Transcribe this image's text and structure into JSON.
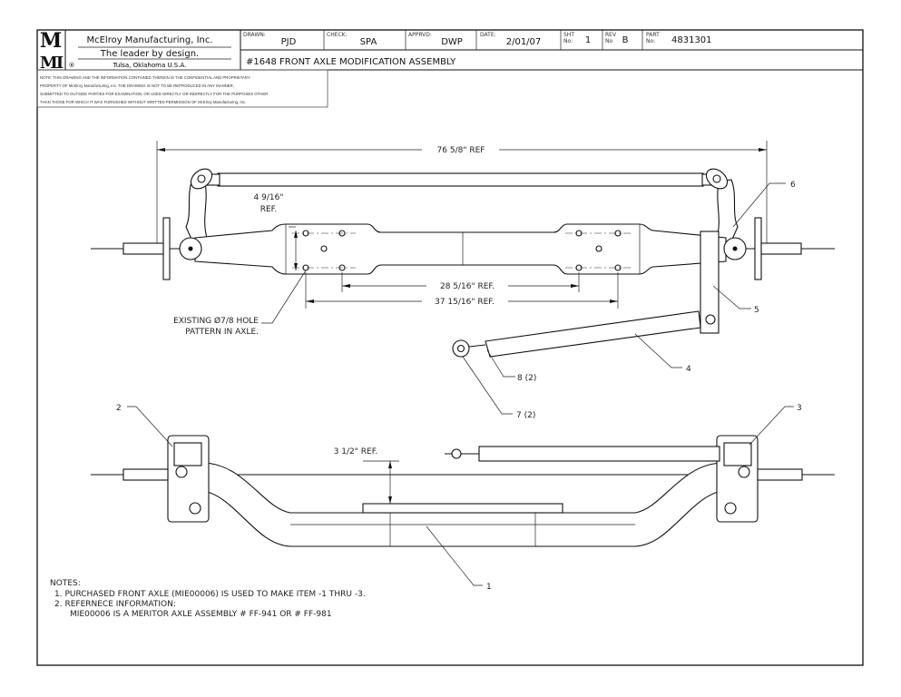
{
  "title_block": {
    "logo": "MMI",
    "company": "McElroy Manufacturing, Inc.",
    "tagline": "The leader by design.",
    "location": "Tulsa, Oklahoma U.S.A.",
    "registered_mark": "®",
    "drawn_label": "DRAWN:",
    "drawn_value": "PJD",
    "check_label": "CHECK:",
    "check_value": "SPA",
    "apprvd_label": "APPRVD:",
    "apprvd_value": "DWP",
    "date_label": "DATE:",
    "date_value": "2/01/07",
    "sht_label_1": "SHT",
    "sht_label_2": "No:",
    "sht_value": "1",
    "rev_label_1": "REV",
    "rev_label_2": "No",
    "rev_value": "B",
    "part_label_1": "PART",
    "part_label_2": "No:",
    "part_value": "4831301",
    "drawing_title": "#1648 FRONT AXLE MODIFICATION ASSEMBLY"
  },
  "confidential_note": [
    "NOTE: THIS DRAWING AND THE INFORMATION CONTAINED THEREIN IS THE CONFIDENTIAL AND PROPRIETARY",
    "PROPERTY OF McElroy Manufacturing, Inc. THE DRAWING IS NOT TO BE REPRODUCED IN ANY MANNER,",
    "SUBMITTED TO OUTSIDE PARTIES FOR EXAMINATION, OR USED DIRECTLY OR INDIRECTLY FOR THE PURPOSES OTHER",
    "THAN THOSE FOR WHICH IT WAS FURNISHED WITHOUT WRITTEN PERMISSION OF McElroy Manufacturing, Inc."
  ],
  "dimensions": {
    "overall": "76 5/8\" REF",
    "height": "4 9/16\"",
    "height_ref": "REF.",
    "inner": "28 5/16\" REF.",
    "outer": "37 15/16\" REF.",
    "drop": "3 1/2\" REF.",
    "hole_note_1": "EXISTING  Ø7/8 HOLE",
    "hole_note_2": "PATTERN IN AXLE."
  },
  "balloons": {
    "b1": "1",
    "b2": "2",
    "b3": "3",
    "b4": "4",
    "b5": "5",
    "b6": "6",
    "b7": "7 (2)",
    "b8": "8 (2)"
  },
  "notes": {
    "heading": "NOTES:",
    "n1": "1.  PURCHASED FRONT AXLE (MIE00006) IS USED TO MAKE ITEM -1 THRU -3.",
    "n2": "2.  REFERNECE INFORMATION:",
    "n2b": "MIE00006 IS A MERITOR AXLE ASSEMBLY # FF-941 OR # FF-981"
  }
}
